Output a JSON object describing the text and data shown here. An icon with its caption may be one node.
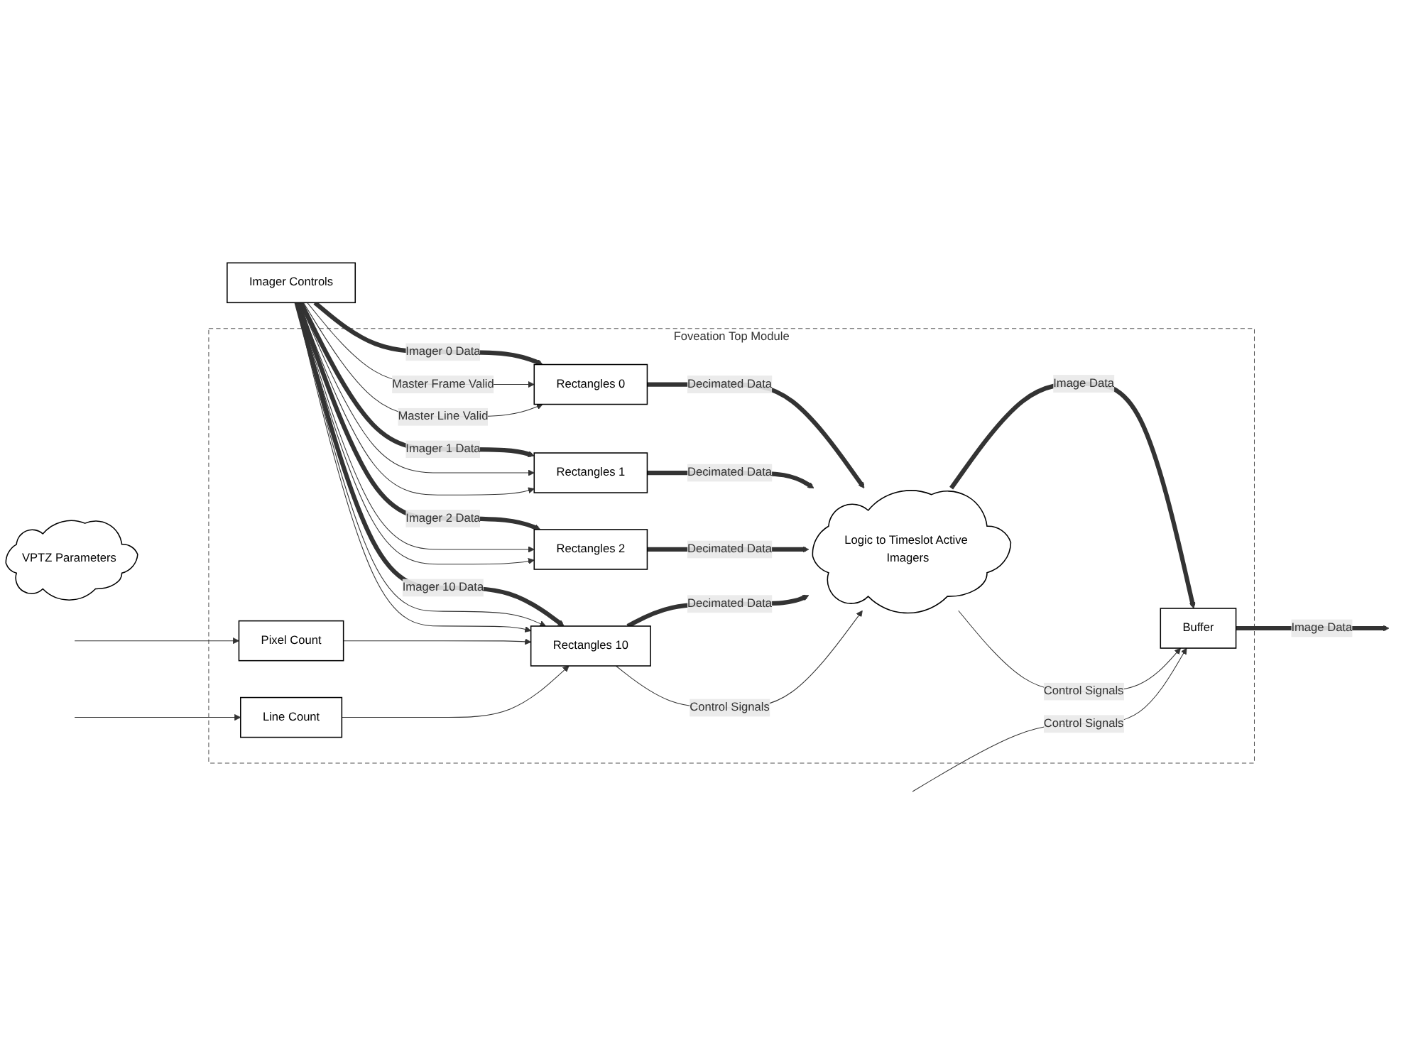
{
  "diagram": {
    "nodes": [
      {
        "text": [
          "VPTZ Parameters"
        ]
      },
      {
        "text": [
          "Foveation Top Module"
        ]
      },
      {
        "text": [
          "Imager Controls"
        ]
      },
      {
        "text": [
          "Rectangles 0"
        ],
        "in": 1
      },
      {
        "text": [
          "Rectangles 1"
        ],
        "in": 1
      },
      {
        "text": [
          "Rectangles 2"
        ],
        "in": 1
      },
      {
        "text": [
          "Rectangles 10"
        ],
        "in": 1
      },
      {
        "text": [
          "Pixel Count"
        ],
        "in": 1
      },
      {
        "text": [
          "Line Count"
        ],
        "in": 1
      },
      {
        "text": [
          "Logic to Timeslot Active Imagers"
        ],
        "in": 1
      },
      {
        "text": [
          "Buffer"
        ],
        "in": 1
      }
    ],
    "edges": [
      {
        "from": 2,
        "to": 3,
        "arrow": "to",
        "label": "Imager 0 Data",
        "style": "thick"
      },
      {
        "from": 2,
        "to": 4,
        "arrow": "to",
        "label": "Imager 1 Data",
        "style": "thick"
      },
      {
        "from": 2,
        "to": 5,
        "arrow": "to",
        "label": "Imager 2 Data",
        "style": "thick"
      },
      {
        "from": 2,
        "to": 6,
        "arrow": "to",
        "label": "Imager 10 Data",
        "style": "thick"
      },
      {
        "from": 2,
        "to": 3,
        "arrow": "to",
        "label": "Master Frame Valid"
      },
      {
        "from": 2,
        "to": 4,
        "arrow": "to"
      },
      {
        "from": 2,
        "to": 5,
        "arrow": "to"
      },
      {
        "from": 2,
        "to": 6,
        "arrow": "to"
      },
      {
        "from": 2,
        "to": 3,
        "arrow": "to",
        "label": "Master Line Valid"
      },
      {
        "from": 2,
        "to": 4,
        "arrow": "to"
      },
      {
        "from": 2,
        "to": 5,
        "arrow": "to"
      },
      {
        "from": 2,
        "to": 6,
        "arrow": "to"
      },
      {
        "from": 7,
        "to": 6,
        "arrow": "to"
      },
      {
        "from": 8,
        "to": 6,
        "arrow": "to"
      },
      {
        "from": null,
        "to": 7,
        "arrow": "to"
      },
      {
        "from": null,
        "to": 8,
        "arrow": "to"
      },
      {
        "from": 3,
        "to": 9,
        "arrow": "to",
        "label": "Decimated Data",
        "style": "thick"
      },
      {
        "from": 4,
        "to": 9,
        "arrow": "to",
        "label": "Decimated Data",
        "style": "thick"
      },
      {
        "from": 5,
        "to": 9,
        "arrow": "to",
        "label": "Decimated Data",
        "style": "thick"
      },
      {
        "from": 6,
        "to": 9,
        "arrow": "to",
        "label": "Decimated Data",
        "style": "thick"
      },
      {
        "from": 6,
        "to": 9,
        "arrow": "to",
        "label": "Control Signals"
      },
      {
        "from": 9,
        "to": 10,
        "arrow": "to",
        "label": "Image Data",
        "style": "thick"
      },
      {
        "from": 9,
        "to": 10,
        "arrow": "to",
        "label": "Control Signals"
      },
      {
        "from": 10,
        "to": null,
        "arrow": "to",
        "label": "Image Data",
        "style": "thick"
      },
      {
        "from": null,
        "to": 10,
        "arrow": "to",
        "label": "Control Signals"
      }
    ]
  }
}
